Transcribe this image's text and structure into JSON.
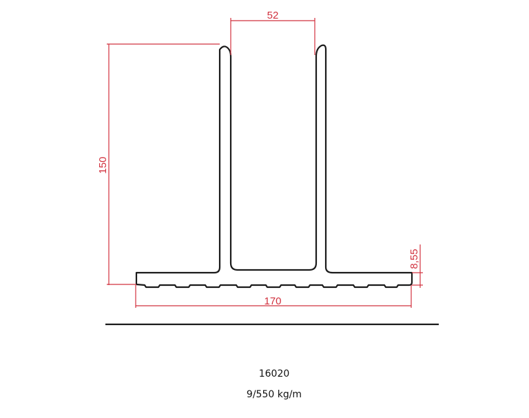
{
  "drawing": {
    "type": "T-profile cross section",
    "dimensions": {
      "height": "150",
      "gap": "52",
      "width": "170",
      "base_thickness": "8,55"
    },
    "colors": {
      "profile": "#1a1a1a",
      "dimension": "#d1303d"
    }
  },
  "caption": {
    "code": "16020",
    "weight": "9/550 kg/m"
  }
}
